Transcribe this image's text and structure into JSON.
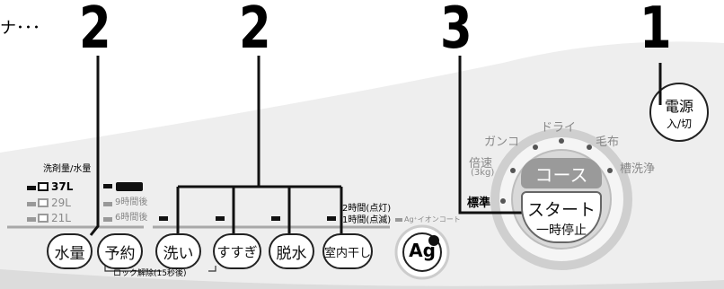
{
  "header_fragment": "ナ･･･",
  "callouts": {
    "c1": "1",
    "c2a": "2",
    "c2b": "2",
    "c3": "3"
  },
  "power_button": {
    "line1": "電源",
    "line2": "入/切"
  },
  "detergent_panel": {
    "title": "洗剤量/水量",
    "levels": [
      "37L",
      "29L",
      "21L"
    ],
    "timers": [
      "9時間後",
      "6時間後"
    ]
  },
  "buttons": {
    "water": "水量",
    "reserve": "予約",
    "wash": "洗い",
    "rinse": "すすぎ",
    "spin": "脱水",
    "indoor_dry": "室内干し"
  },
  "lock_note": "ロック解除(15秒後)",
  "indoor_dry_info": {
    "line1": "2時間(点灯)",
    "line2": "1時間(点滅)"
  },
  "ag": {
    "label": "Ag⁺イオンコート",
    "button": "Ag"
  },
  "course_dial": {
    "courses": [
      "ガンコ",
      "ドライ",
      "毛布",
      "倍速",
      "(3kg)",
      "槽洗浄",
      "標準"
    ],
    "course_button": "コース",
    "start_button": "スタート",
    "pause_label": "一時停止"
  },
  "colors": {
    "panel": "#eeeeee",
    "dial_ring": "#cfcfcf",
    "course_btn": "#9a9a9a",
    "ink": "#111111"
  }
}
